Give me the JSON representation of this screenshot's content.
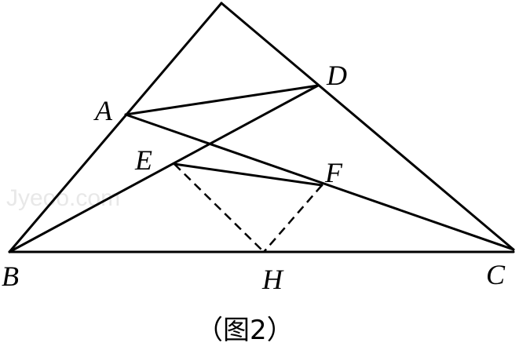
{
  "points": {
    "A": "A",
    "B": "B",
    "C": "C",
    "D": "D",
    "E": "E",
    "F": "F",
    "H": "H"
  },
  "caption": "（图2）",
  "watermark": "Jyeoo.com"
}
